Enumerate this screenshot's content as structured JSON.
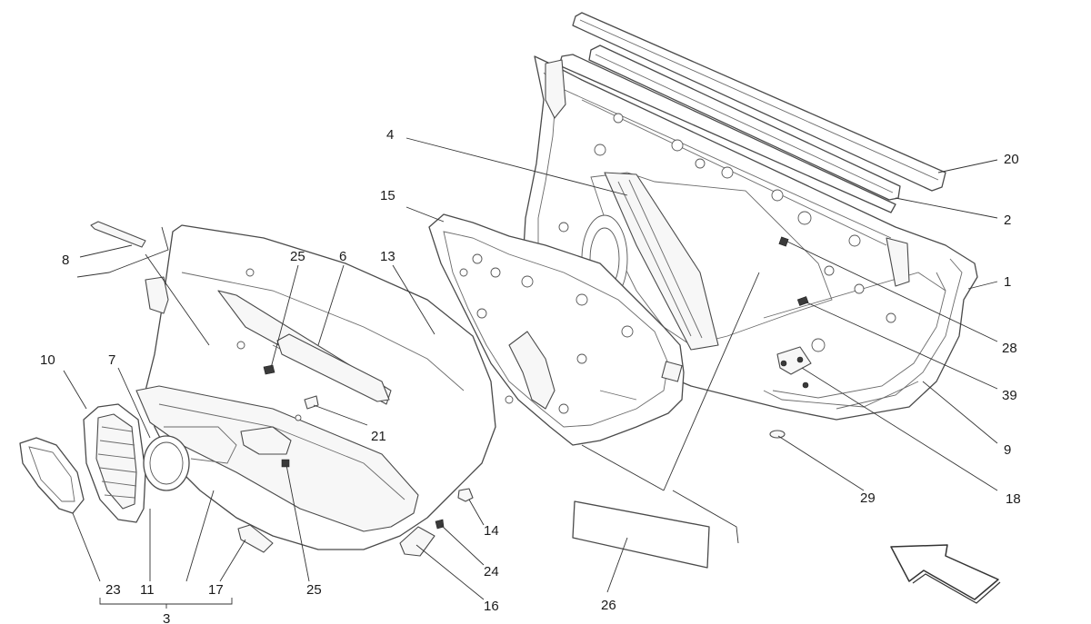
{
  "callouts": {
    "c1": "1",
    "c2": "2",
    "c3": "3",
    "c4": "4",
    "c6": "6",
    "c7": "7",
    "c8": "8",
    "c9": "9",
    "c10": "10",
    "c11": "11",
    "c13": "13",
    "c14": "14",
    "c15": "15",
    "c16": "16",
    "c17": "17",
    "c18": "18",
    "c20": "20",
    "c21": "21",
    "c23": "23",
    "c24": "24",
    "c25a": "25",
    "c25b": "25",
    "c26": "26",
    "c28": "28",
    "c29": "29",
    "c39": "39"
  },
  "icons": {
    "direction": "front-direction-arrow-icon"
  }
}
